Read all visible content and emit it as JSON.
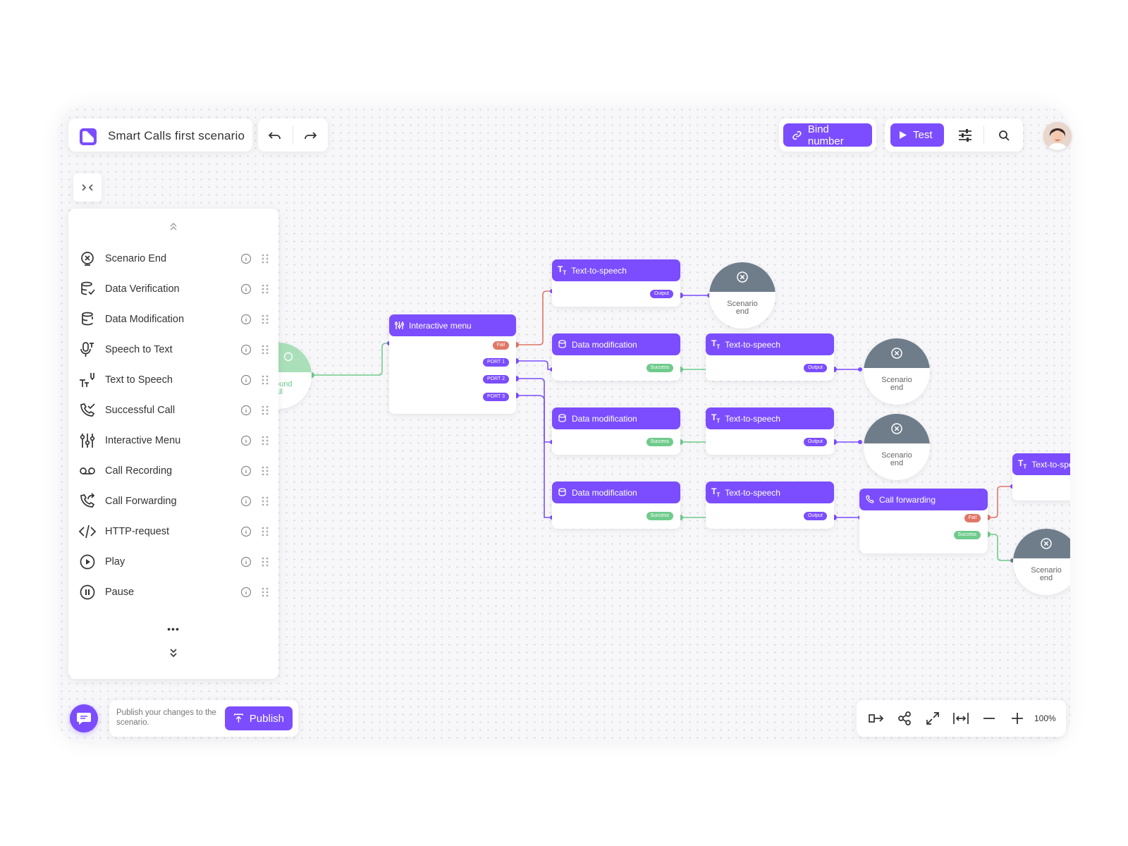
{
  "header": {
    "title": "Smart Calls first scenario",
    "bind_number_label": "Bind number",
    "test_label": "Test"
  },
  "sidebar": {
    "items": [
      {
        "label": "Scenario End",
        "icon": "scenario-end-icon"
      },
      {
        "label": "Data Verification",
        "icon": "data-verification-icon"
      },
      {
        "label": "Data Modification",
        "icon": "data-modification-icon"
      },
      {
        "label": "Speech to Text",
        "icon": "speech-to-text-icon"
      },
      {
        "label": "Text to Speech",
        "icon": "text-to-speech-icon"
      },
      {
        "label": "Successful Call",
        "icon": "successful-call-icon"
      },
      {
        "label": "Interactive Menu",
        "icon": "interactive-menu-icon"
      },
      {
        "label": "Call Recording",
        "icon": "call-recording-icon"
      },
      {
        "label": "Call Forwarding",
        "icon": "call-forwarding-icon"
      },
      {
        "label": "HTTP-request",
        "icon": "http-request-icon"
      },
      {
        "label": "Play",
        "icon": "play-icon"
      },
      {
        "label": "Pause",
        "icon": "pause-icon"
      }
    ],
    "more": "•••"
  },
  "canvas": {
    "inbound": {
      "label_line1": "ound",
      "label_line2": "all"
    },
    "interactive_menu": {
      "title": "Interactive menu",
      "ports": [
        "Fail",
        "PORT 1",
        "PORT 2",
        "PORT 3"
      ]
    },
    "tts1": {
      "title": "Text-to-speech",
      "out": "Output"
    },
    "dm1": {
      "title": "Data modification",
      "out": "Success"
    },
    "dm2": {
      "title": "Data modification",
      "out": "Success"
    },
    "dm3": {
      "title": "Data modification",
      "out": "Success"
    },
    "tts2": {
      "title": "Text-to-speech",
      "out": "Output"
    },
    "tts3": {
      "title": "Text-to-speech",
      "out": "Output"
    },
    "tts4": {
      "title": "Text-to-speech",
      "out": "Output"
    },
    "forward": {
      "title": "Call forwarding",
      "fail": "Fail",
      "success": "Success"
    },
    "tts5": {
      "title": "Text-to-spe"
    },
    "end": {
      "line1": "Scenario",
      "line2": "end"
    }
  },
  "footer": {
    "publish_hint": "Publish your changes to the scenario.",
    "publish_label": "Publish",
    "zoom": "100%"
  },
  "colors": {
    "accent": "#7b4dff",
    "success": "#6fcb8b",
    "fail": "#e07766",
    "end_node": "#6f7d8b"
  }
}
